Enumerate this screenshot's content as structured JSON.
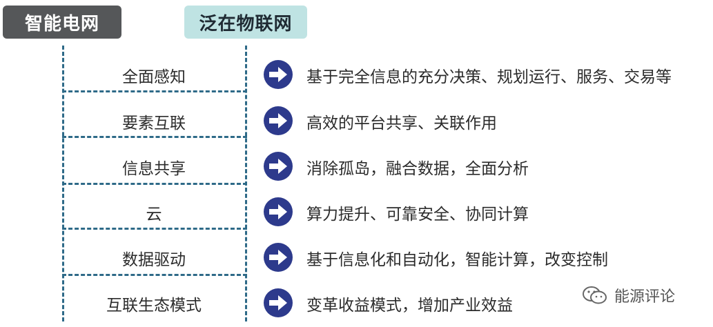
{
  "headers": {
    "left": "智能电网",
    "right": "泛在物联网"
  },
  "rows": [
    {
      "label": "全面感知",
      "description": "基于完全信息的充分决策、规划运行、服务、交易等",
      "icon": "arrow-right-circle-icon"
    },
    {
      "label": "要素互联",
      "description": "高效的平台共享、关联作用",
      "icon": "arrow-right-circle-icon"
    },
    {
      "label": "信息共享",
      "description": "消除孤岛，融合数据，全面分析",
      "icon": "arrow-right-circle-icon"
    },
    {
      "label": "云",
      "description": "算力提升、可靠安全、协同计算",
      "icon": "arrow-right-circle-icon"
    },
    {
      "label": "数据驱动",
      "description": "基于信息化和自动化，智能计算，改变控制",
      "icon": "arrow-right-circle-icon"
    },
    {
      "label": "互联生态模式",
      "description": "变革收益模式，增加产业效益",
      "icon": "arrow-right-circle-icon"
    }
  ],
  "watermark": {
    "text": "能源评论",
    "icon": "wechat-icon"
  },
  "colors": {
    "left_header_bg": "#555759",
    "right_header_bg": "#bfe3e3",
    "dash": "#2e6a88",
    "arrow_circle": "#2d3a8c"
  }
}
